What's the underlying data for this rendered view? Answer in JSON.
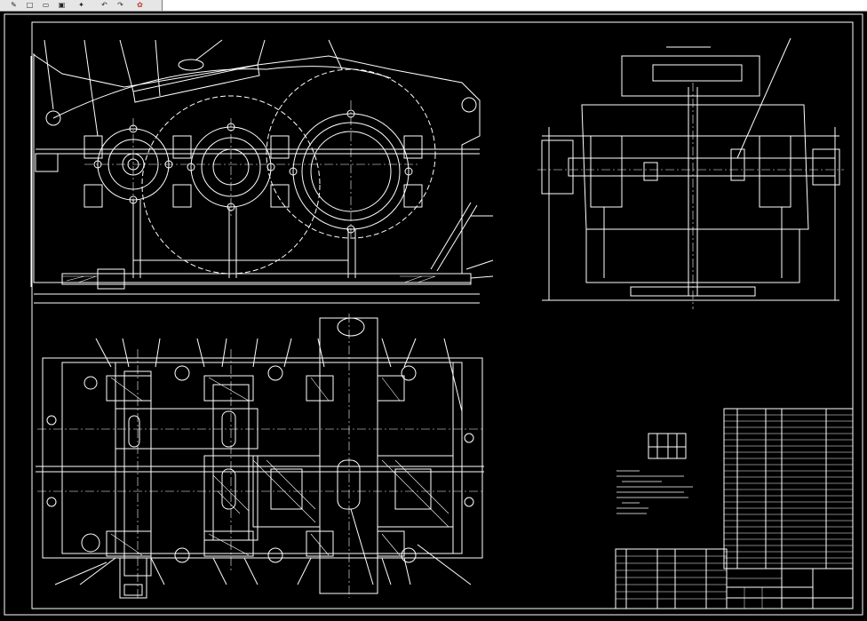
{
  "toolbar": {
    "icons": [
      "pencil-icon",
      "new-file-icon",
      "open-file-icon",
      "save-icon",
      "star-icon",
      "undo-icon",
      "redo-icon",
      "paint-icon"
    ]
  },
  "colors": {
    "background": "#000000",
    "lines": "#ffffff",
    "toolbar": "#ffffff"
  },
  "drawing": {
    "views": [
      "front-view",
      "side-view",
      "top-section-view",
      "title-block",
      "parts-list"
    ]
  }
}
